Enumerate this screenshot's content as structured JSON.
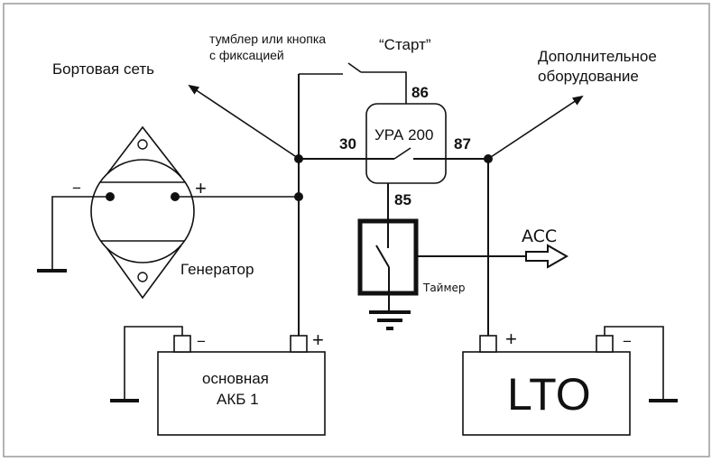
{
  "diagram": {
    "title": "Схема подключения реле УРА 200 с LTO аккумулятором",
    "labels": {
      "onboard_network": "Бортовая сеть",
      "switch_note_line1": "тумблер или кнопка",
      "switch_note_line2": "с фиксацией",
      "start": "“Старт”",
      "extra_equipment_line1": "Дополнительное",
      "extra_equipment_line2": "оборудование",
      "relay_name": "УРА 200",
      "generator": "Генератор",
      "timer": "Таймер",
      "acc": "ACC",
      "battery1_line1": "основная",
      "battery1_line2": "АКБ 1",
      "battery2": "LTO"
    },
    "pins": {
      "p86": "86",
      "p30": "30",
      "p87": "87",
      "p85": "85"
    },
    "polarity": {
      "plus": "+",
      "minus": "−"
    },
    "components": [
      {
        "id": "generator",
        "type": "generator",
        "label": "Генератор"
      },
      {
        "id": "relay",
        "type": "relay",
        "label": "УРА 200",
        "pins": [
          "86",
          "30",
          "87",
          "85"
        ]
      },
      {
        "id": "timer",
        "type": "timer-switch",
        "label": "Таймер"
      },
      {
        "id": "battery1",
        "type": "battery",
        "label": "основная АКБ 1"
      },
      {
        "id": "battery2",
        "type": "battery",
        "label": "LTO"
      },
      {
        "id": "start-switch",
        "type": "latching-switch",
        "label": "“Старт”"
      }
    ],
    "colors": {
      "line": "#111111",
      "background": "#ffffff",
      "frame": "#9a9a9a"
    }
  }
}
